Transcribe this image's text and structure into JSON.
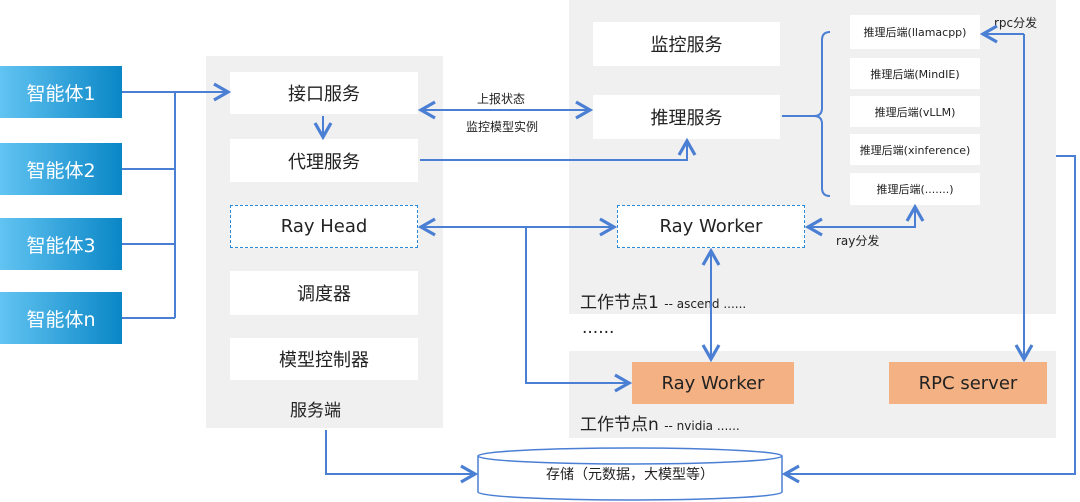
{
  "agents": [
    "智能体1",
    "智能体2",
    "智能体3",
    "智能体n"
  ],
  "server": {
    "title": "服务端",
    "items": [
      "接口服务",
      "代理服务",
      "Ray Head",
      "调度器",
      "模型控制器"
    ]
  },
  "node1": {
    "title": "工作节点1",
    "subtitle": "-- ascend ......",
    "monitor": "监控服务",
    "inference": "推理服务",
    "ray_worker": "Ray Worker",
    "backends": [
      "推理后端(llamacpp)",
      "推理后端(MindIE)",
      "推理后端(vLLM)",
      "推理后端(xinference)",
      "推理后端(.......)"
    ]
  },
  "ellipsis": "......",
  "noden": {
    "title": "工作节点n",
    "subtitle": "-- nvidia ......",
    "ray_worker": "Ray Worker",
    "rpc_server": "RPC server"
  },
  "labels": {
    "report_status": "上报状态",
    "monitor_instances": "监控模型实例",
    "rpc_dispatch": "rpc分发",
    "ray_dispatch": "ray分发"
  },
  "storage": "存储（元数据，大模型等）",
  "colors": {
    "line": "#4a7fd4",
    "orange": "#f4b183",
    "panel": "#f0f0f0"
  }
}
